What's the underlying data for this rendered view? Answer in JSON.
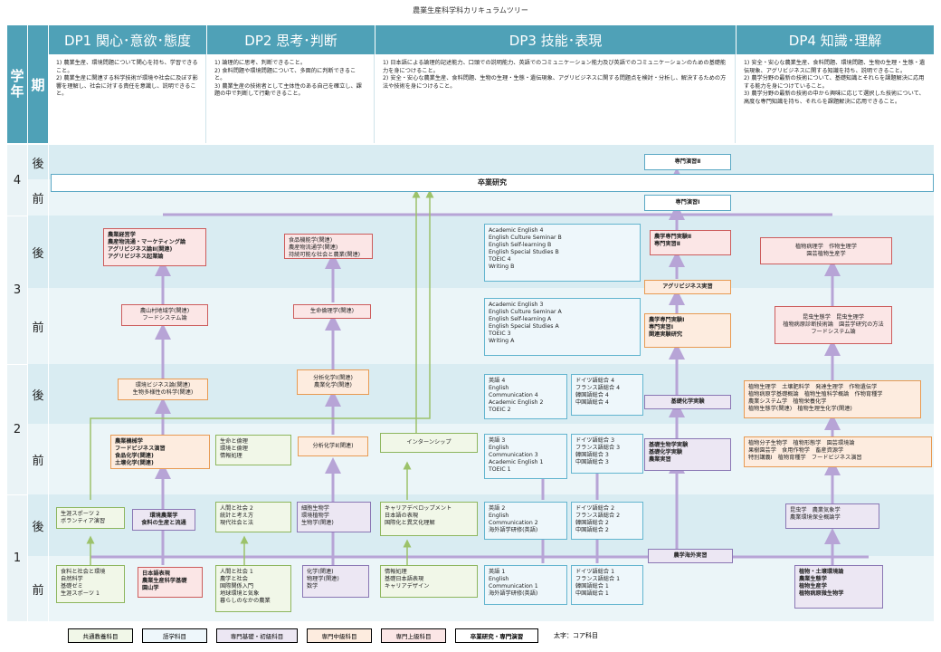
{
  "page_title": "農業生産科学科カリキュラムツリー",
  "side_headers": {
    "year": "学年",
    "term": "期"
  },
  "dp_headers": [
    {
      "label": "DP1 関心･意欲･態度",
      "desc": "1) 農業生産、環境問題について関心を持ち、学習できること。\n2) 農業生産に関連する科学技術が環境や社会に及ぼす影響を理解し、社会に対する責任を意識し、説明できること。"
    },
    {
      "label": "DP2 思考･判断",
      "desc": "1) 論理的に思考、判断できること。\n2) 食料問題や環境問題について、多面的に判断できること。\n3) 農業生産の技術者として主体性のある自己を確立し、課題の中で判断して行動できること。"
    },
    {
      "label": "DP3 技能･表現",
      "desc": "1) 日本語による論理的記述能力、口頭での説明能力、英語でのコミュニケーション能力及び英語でのコミュニケーションのための基礎能力を身につけること。\n2) 安全・安心な農業生産、食料問題、生物の生理・生態・遺伝現象、アグリビジネスに関する問題点を検討・分析し、解決するための方法や技術を身につけること。"
    },
    {
      "label": "DP4 知識･理解",
      "desc": "1) 安全・安心な農業生産、食料問題、環境問題、生物の生理・生態・遺伝現象、アグリビジネスに関する知識を持ち、説明できること。\n2) 農学分野の最新の技術について、基礎知識とそれらを課題解決に応用する能力を身につけていること。\n3) 農学分野の最新の技術の中から興味に応じて選択した技術について、高度な専門知識を持ち、それらを課題解決に応用できること。"
    }
  ],
  "years": [
    "4",
    "3",
    "2",
    "1"
  ],
  "terms": [
    "後",
    "前",
    "後",
    "前",
    "後",
    "前",
    "後",
    "前"
  ],
  "boxes": [
    {
      "id": "sotsuken",
      "text": "卒業研究",
      "style": "c-cap bold"
    },
    {
      "id": "senmon2",
      "text": "専門演習Ⅱ",
      "style": "c-cap bold"
    },
    {
      "id": "senmon1",
      "text": "専門演習Ⅰ",
      "style": "c-cap bold"
    },
    {
      "id": "y3b_dp1",
      "text": "農業経営学\n農産物流通・マーケティング論\nアグリビジネス論Ⅱ(関連)\nアグリビジネス起業論",
      "style": "c-red bold"
    },
    {
      "id": "y3b_dp2",
      "text": "食品機能学(関連)\n農産物流通学(関連)\n持続可能な社会と農業(関連)",
      "style": "c-red"
    },
    {
      "id": "y3b_en",
      "text": "Academic English 4\nEnglish Culture Seminar B\nEnglish Self-learning B\nEnglish Special Studies B\nTOEIC 4\nWriting B",
      "style": "c-blue"
    },
    {
      "id": "y3b_exp",
      "text": "農学専門実験Ⅱ\n専門実習Ⅱ",
      "style": "c-red bold"
    },
    {
      "id": "y3b_dp4",
      "text": "植物病理学　作物生理学\n園芸植物生産学",
      "style": "c-red"
    },
    {
      "id": "agri_jisshu",
      "text": "アグリビジネス実習",
      "style": "c-orange bold"
    },
    {
      "id": "y3a_dp1",
      "text": "農山村地域学(関連)\nフードシステム論",
      "style": "c-red"
    },
    {
      "id": "y3a_dp2",
      "text": "生命倫理学(関連)",
      "style": "c-red"
    },
    {
      "id": "y3a_en",
      "text": "Academic English 3\nEnglish Culture Seminar A\nEnglish Self-learning A\nEnglish Special Studies A\nTOEIC 3\nWriting A",
      "style": "c-blue"
    },
    {
      "id": "y3a_exp",
      "text": "農学専門実験Ⅰ\n専門実習Ⅰ\n関連実験研究",
      "style": "c-orange bold"
    },
    {
      "id": "y3a_dp4",
      "text": "昆虫生態学　昆虫生理学\n植物病原診断技術論　園芸学研究の方法\nフードシステム論",
      "style": "c-red"
    },
    {
      "id": "y2b_dp1",
      "text": "環境ビジネス論(関連)\n生物多様性の科学(関連)",
      "style": "c-orange"
    },
    {
      "id": "y2b_dp2",
      "text": "分析化学Ⅰ(関連)\n農業化学(関連)",
      "style": "c-orange"
    },
    {
      "id": "y2b_en",
      "text": "英語 4\nEnglish\nCommunication 4\nAcademic English 2\nTOEIC 2",
      "style": "c-blue"
    },
    {
      "id": "y2b_de",
      "text": "ドイツ語総合 4\nフランス語総合 4\n韓国語総合 4\n中国語総合 4",
      "style": "c-blue"
    },
    {
      "id": "kiso_kagaku",
      "text": "基礎化学実験",
      "style": "c-purple bold"
    },
    {
      "id": "y2b_dp4",
      "text": "植物生理学　土壌肥料学　発達生理学　作物遺伝学\n植物病原学基礎概論　植物生殖科学概論　作物育種学\n農業システム学　植物栄養化学\n植物生態学(関連)　植物生理生化学(関連)",
      "style": "c-orange"
    },
    {
      "id": "y2a_dp1",
      "text": "農業機械学\nフードビジネス演習\n食品化学(関連)\n土壌化学(関連)",
      "style": "c-orange bold"
    },
    {
      "id": "y2a_dp1b",
      "text": "生命と倫理\n環境と倫理\n情報処理",
      "style": "c-green"
    },
    {
      "id": "y2a_dp2",
      "text": "分析化学Ⅱ(関連)",
      "style": "c-orange"
    },
    {
      "id": "intern",
      "text": "インターンシップ",
      "style": "c-green"
    },
    {
      "id": "y2a_en",
      "text": "英語 3\nEnglish\nCommunication 3\nAcademic English 1\nTOEIC 1",
      "style": "c-blue"
    },
    {
      "id": "y2a_de",
      "text": "ドイツ語総合 3\nフランス語総合 3\n韓国語総合 3\n中国語総合 3",
      "style": "c-blue"
    },
    {
      "id": "y2a_exp",
      "text": "基礎生物学実験\n基礎化学実験\n農業実習",
      "style": "c-purple bold"
    },
    {
      "id": "y2a_dp4",
      "text": "植物分子生物学　植物形態学　園芸環境論\n果樹園芸学　食用作物学　畜産資源学\n特別講義Ⅰ　植物育種学　フードビジネス演習",
      "style": "c-orange"
    },
    {
      "id": "y1b_sport",
      "text": "生涯スポーツ 2\nボランティア演習",
      "style": "c-green"
    },
    {
      "id": "y1b_dp1",
      "text": "環境農業学\n食料の生産と流通",
      "style": "c-purple bold"
    },
    {
      "id": "y1b_dp2a",
      "text": "人間と社会 2\n統計と考え方\n現代社会と法",
      "style": "c-green"
    },
    {
      "id": "y1b_dp2b",
      "text": "細胞生物学\n環境植物学\n生物学(関連)",
      "style": "c-purple"
    },
    {
      "id": "y1b_career",
      "text": "キャリアデベロップメント\n日本語の表現\n国際化と異文化理解",
      "style": "c-green"
    },
    {
      "id": "y1b_en",
      "text": "英語 2\nEnglish\nCommunication 2\n海外語学研修(英語)",
      "style": "c-blue"
    },
    {
      "id": "y1b_de",
      "text": "ドイツ語総合 2\nフランス語総合 2\n韓国語総合 2\n中国語総合 2",
      "style": "c-blue"
    },
    {
      "id": "nogaku_kaigai",
      "text": "農学海外実習",
      "style": "c-purple bold"
    },
    {
      "id": "y1b_dp4",
      "text": "昆虫学　農業気象学\n農業環境保全概論学",
      "style": "c-purple"
    },
    {
      "id": "y1a_dp1a",
      "text": "食料と社会と環境\n自然科学\n基礎ゼミ\n生涯スポーツ 1",
      "style": "c-green"
    },
    {
      "id": "y1a_dp1b",
      "text": "日本語表現\n農業生産科学基礎\n園山学",
      "style": "c-red bold"
    },
    {
      "id": "y1a_dp2a",
      "text": "人間と社会 1\n農学と社会\n国際関係入門\n地球環境と気象\n暮らしのなかの農業",
      "style": "c-green"
    },
    {
      "id": "y1a_dp2b",
      "text": "化学(関連)\n物理学(関連)\n数学",
      "style": "c-purple"
    },
    {
      "id": "y1a_career",
      "text": "情報処理\n基礎日本語表現\nキャリアデザイン",
      "style": "c-green"
    },
    {
      "id": "y1a_en",
      "text": "英語 1\nEnglish\nCommunication 1\n海外語学研修(英語)",
      "style": "c-blue"
    },
    {
      "id": "y1a_de",
      "text": "ドイツ語総合 1\nフランス語総合 1\n韓国語総合 1\n中国語総合 1",
      "style": "c-blue"
    },
    {
      "id": "y1a_dp4",
      "text": "植物・土壌環境論\n農業生態学\n植物生産学\n植物病原微生物学",
      "style": "c-purple bold"
    }
  ],
  "legend": [
    {
      "label": "共通教養科目",
      "style": "c-green"
    },
    {
      "label": "語学科目",
      "style": "c-blue"
    },
    {
      "label": "専門基礎・初級科目",
      "style": "c-purple"
    },
    {
      "label": "専門中級科目",
      "style": "c-orange"
    },
    {
      "label": "専門上級科目",
      "style": "c-red"
    },
    {
      "label": "卒業研究・専門演習",
      "style": "c-cap"
    }
  ],
  "legend_note": "太字：コア科目",
  "colors": {
    "header": "#4fa1b7",
    "band_a": "#d9ecf2",
    "band_b": "#ebf5f8",
    "arrow_purple": "#b7a4d6",
    "arrow_green": "#9cc26a"
  }
}
